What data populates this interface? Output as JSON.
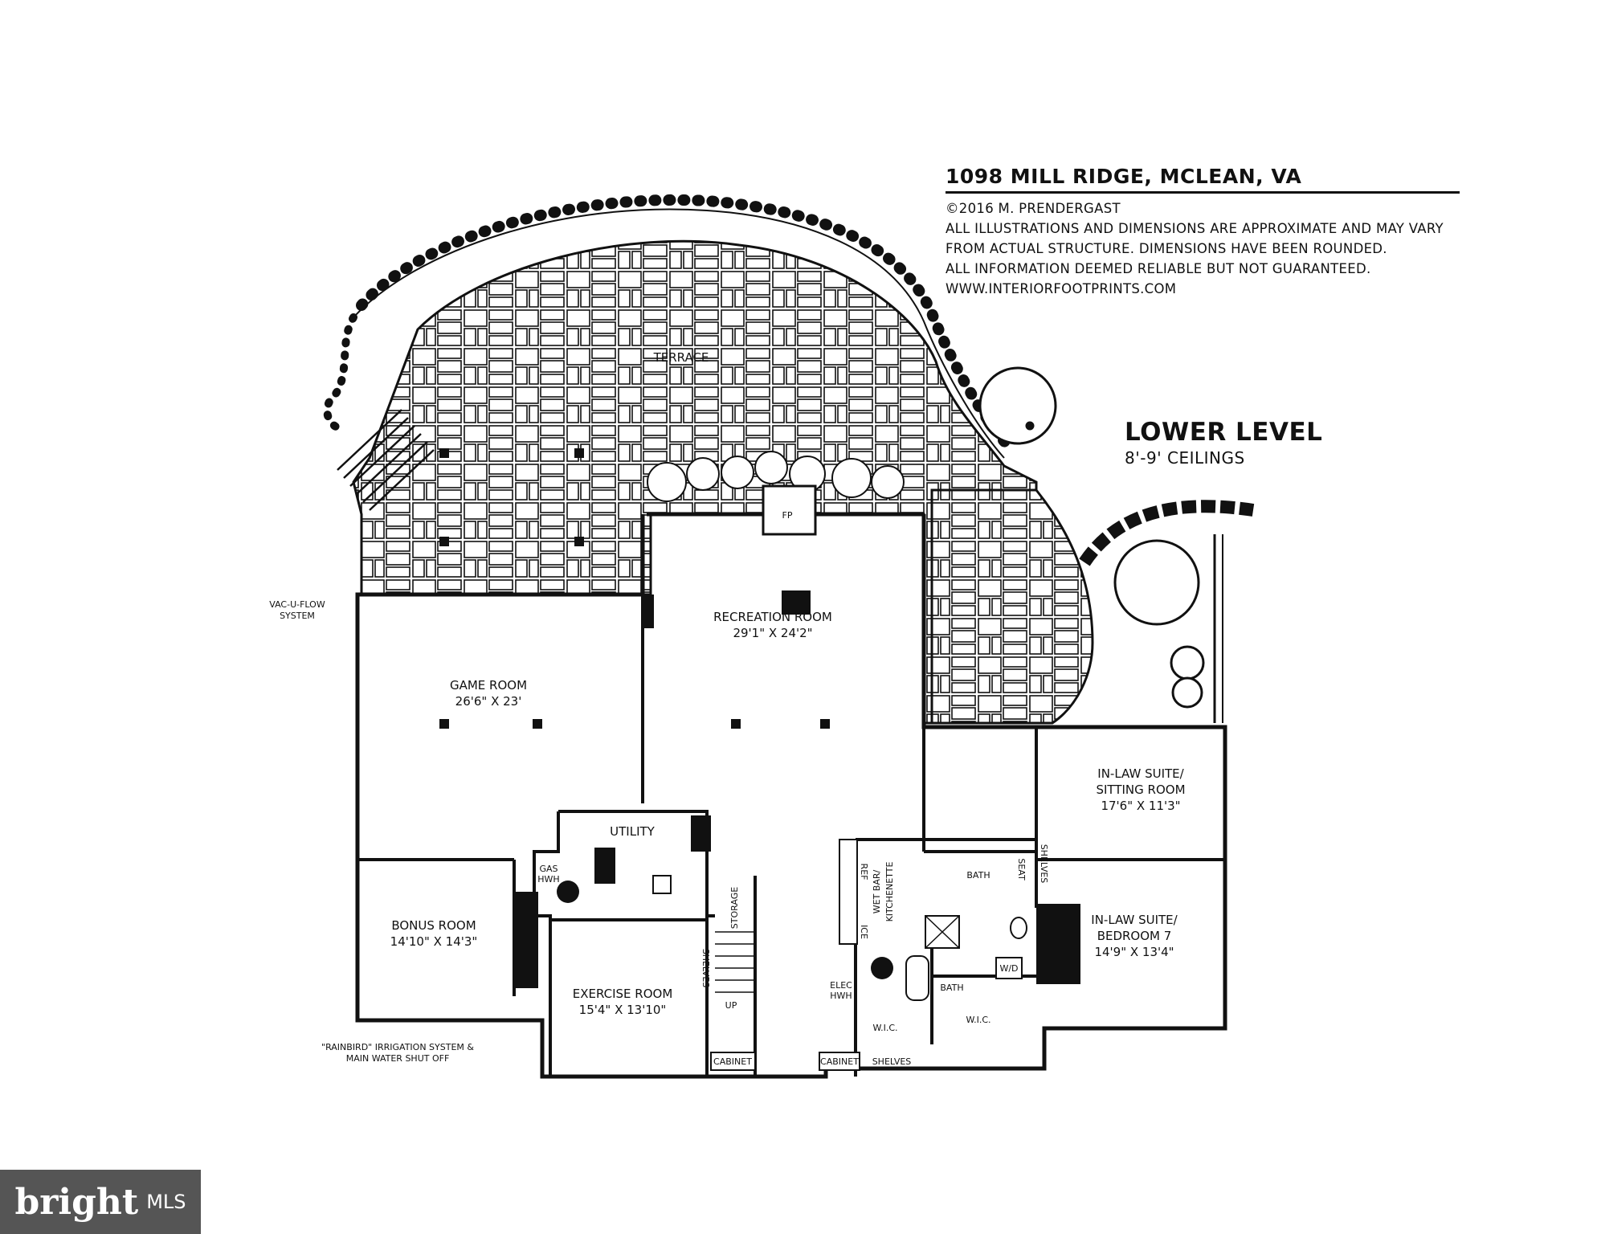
{
  "header": {
    "address": "1098 MILL RIDGE, MCLEAN, VA",
    "copyright": "©2016 M. PRENDERGAST",
    "disclaimer_1": "ALL ILLUSTRATIONS AND DIMENSIONS ARE APPROXIMATE AND MAY VARY",
    "disclaimer_2": "FROM ACTUAL STRUCTURE. DIMENSIONS HAVE BEEN ROUNDED.",
    "disclaimer_3": "ALL INFORMATION DEEMED RELIABLE BUT NOT GUARANTEED.",
    "website": "WWW.INTERIORFOOTPRINTS.COM"
  },
  "level": {
    "title": "LOWER LEVEL",
    "ceilings": "8'-9' CEILINGS"
  },
  "rooms": {
    "terrace": "TERRACE",
    "fp": "FP",
    "recreation_name": "RECREATION ROOM",
    "recreation_dim": "29'1\" X 24'2\"",
    "game_name": "GAME ROOM",
    "game_dim": "26'6\" X 23'",
    "utility": "UTILITY",
    "gas_1": "GAS",
    "gas_2": "HWH",
    "bonus_name": "BONUS ROOM",
    "bonus_dim": "14'10\" X 14'3\"",
    "exercise_name": "EXERCISE ROOM",
    "exercise_dim": "15'4\" X 13'10\"",
    "storage": "STORAGE",
    "shelves": "SHELVES",
    "up": "UP",
    "cabinet": "CABINET",
    "ref": "REF",
    "ice": "ICE",
    "wet_bar_1": "WET BAR/",
    "wet_bar_2": "KITCHENETTE",
    "elec_1": "ELEC",
    "elec_2": "HWH",
    "wic": "W.I.C.",
    "bath": "BATH",
    "seat": "SEAT",
    "wd": "W/D",
    "inlaw_sitting_1": "IN-LAW SUITE/",
    "inlaw_sitting_2": "SITTING ROOM",
    "inlaw_sitting_dim": "17'6\" X 11'3\"",
    "inlaw_bed_1": "IN-LAW SUITE/",
    "inlaw_bed_2": "BEDROOM 7",
    "inlaw_bed_dim": "14'9\" X 13'4\""
  },
  "notes": {
    "vac_1": "VAC-U-FLOW",
    "vac_2": "SYSTEM",
    "rainbird_1": "\"RAINBIRD\" IRRIGATION SYSTEM &",
    "rainbird_2": "MAIN WATER SHUT OFF"
  },
  "logo": {
    "word": "bright",
    "suffix": "MLS"
  }
}
